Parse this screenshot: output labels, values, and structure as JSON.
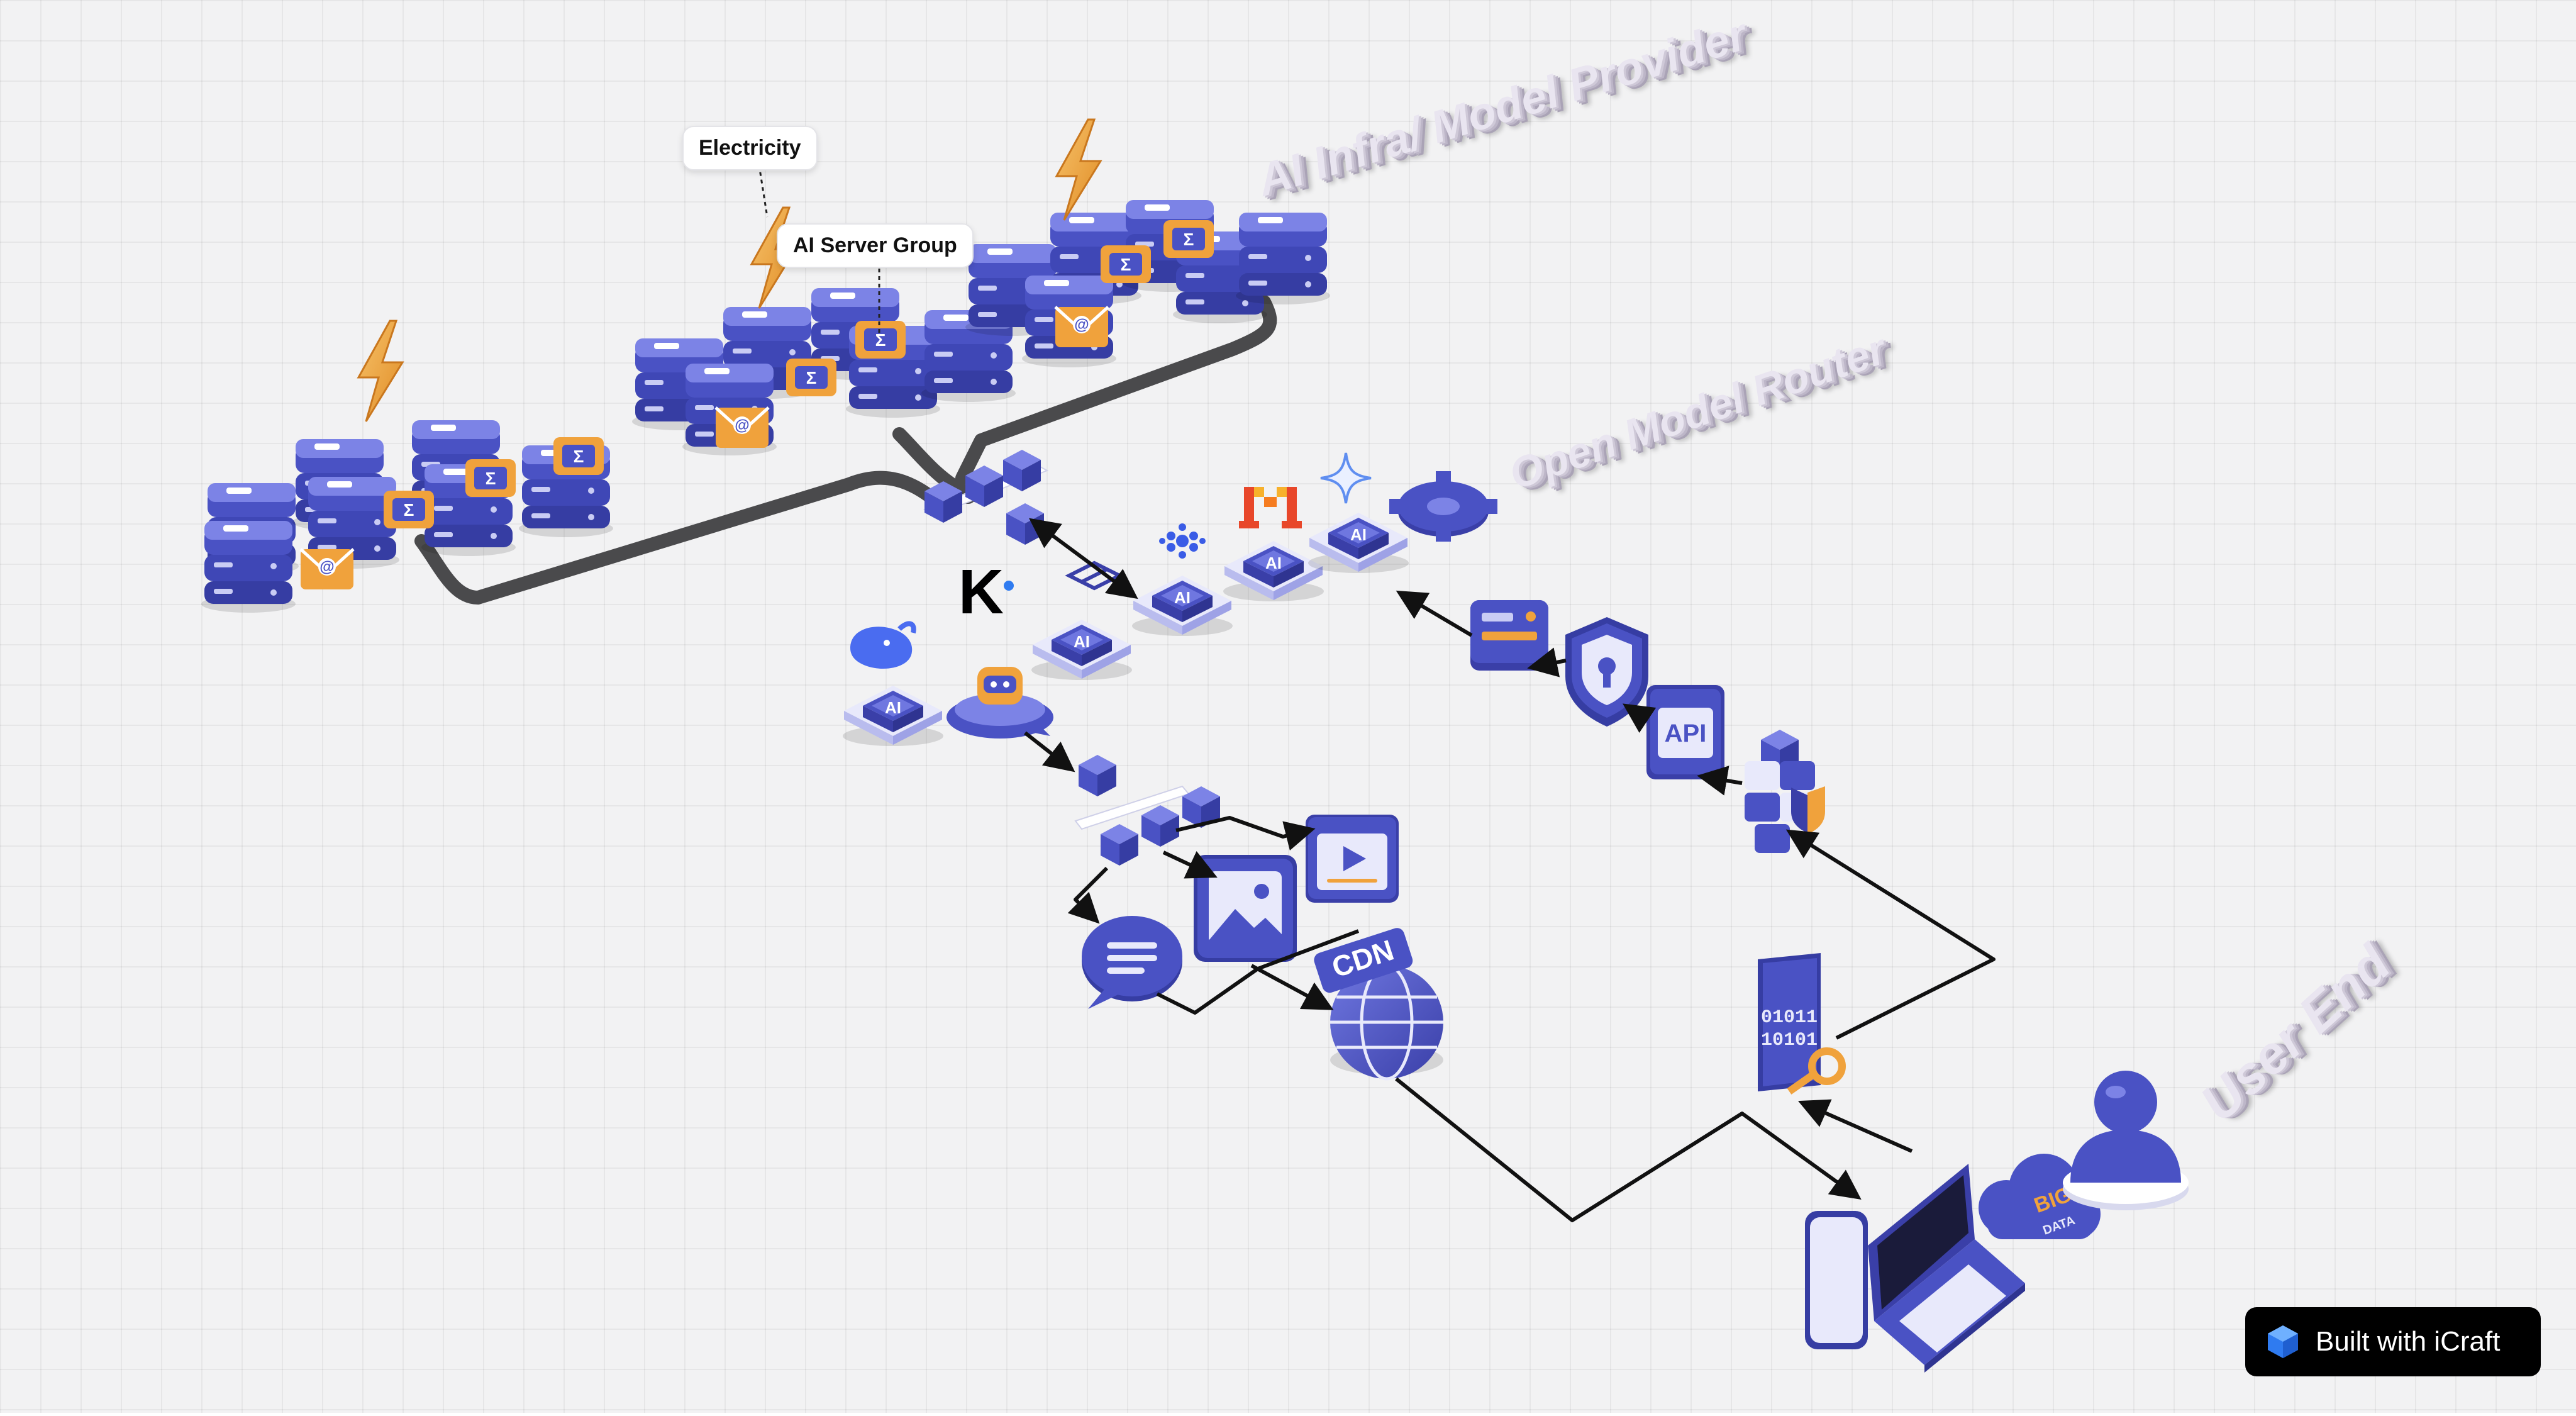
{
  "labels": {
    "electricity": "Electricity",
    "server_group": "AI Server Group",
    "infra_title": "AI Infra/ Model Provider",
    "router_title": "Open Model Router",
    "user_end_title": "User End"
  },
  "icons": {
    "server_ai": "AI",
    "cdn": "CDN",
    "api": "API",
    "binary": "01011\n10101",
    "big_data_top": "BIG",
    "big_data_bottom": "DATA",
    "kimi": "K"
  },
  "footer": {
    "badge_label": "Built with iCraft"
  },
  "colors": {
    "primary_blue": "#4a52c4",
    "dark_blue": "#3a3fa8",
    "light_blue": "#7c83e6",
    "orange": "#f0a23c",
    "grid_background": "#f2f2f3",
    "cable": "#4a4a4c",
    "arrow": "#111111"
  }
}
